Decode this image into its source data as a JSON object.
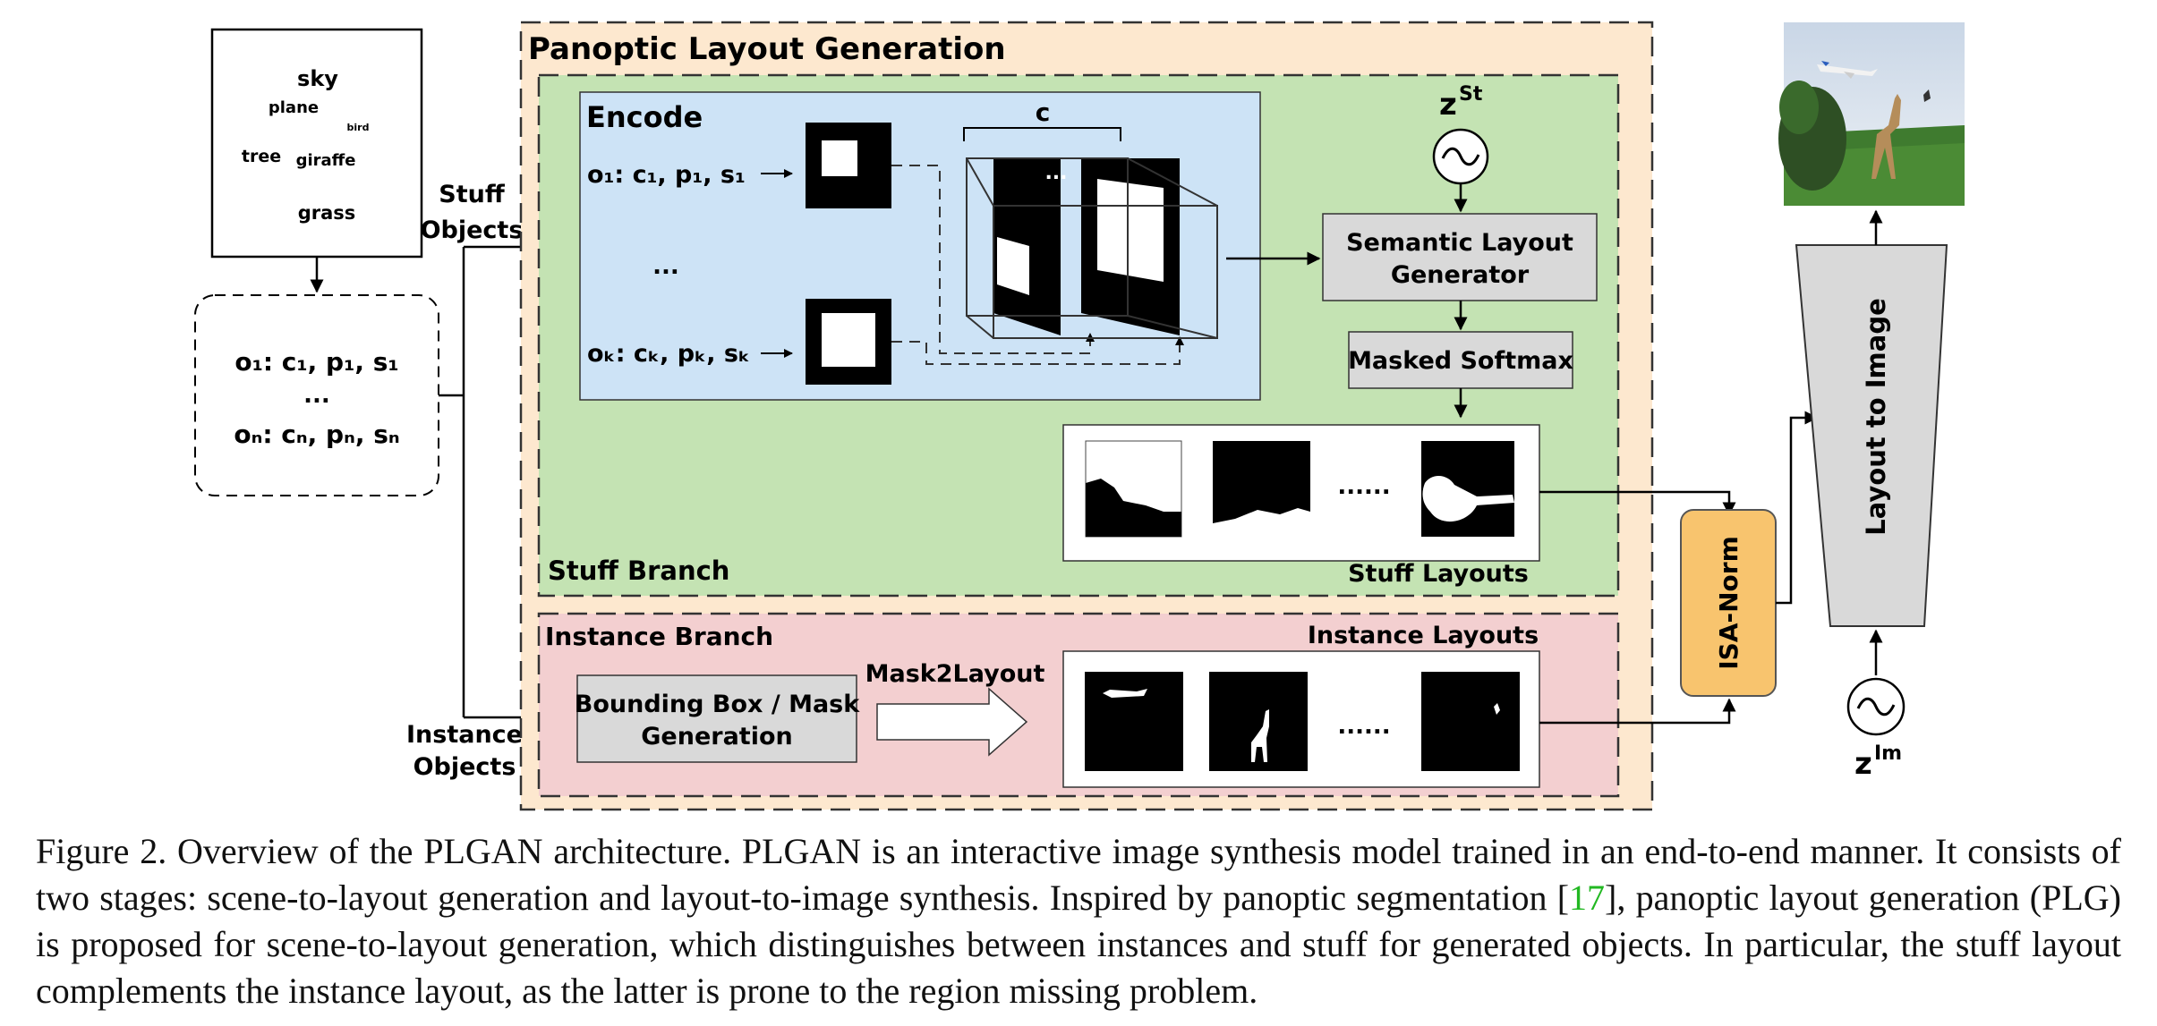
{
  "scene": {
    "words": [
      "sky",
      "plane",
      "bird",
      "tree",
      "giraffe",
      "grass"
    ]
  },
  "objects_list": {
    "line1": "o₁: c₁, p₁, s₁",
    "line2": "...",
    "line3": "oₙ: cₙ, pₙ, sₙ"
  },
  "labels": {
    "stuff_objects_1": "Stuff",
    "stuff_objects_2": "Objects",
    "instance_objects_1": "Instance",
    "instance_objects_2": "Objects"
  },
  "plg": {
    "title": "Panoptic Layout Generation",
    "stuff_branch": "Stuff Branch",
    "instance_branch": "Instance Branch"
  },
  "encode": {
    "title": "Encode",
    "row1": "o₁: c₁, p₁, s₁",
    "row_dots": "...",
    "rowk": "oₖ: cₖ, pₖ, sₖ",
    "c_label": "c",
    "stack_dots": "..."
  },
  "stuff_pipeline": {
    "z_label": "z",
    "z_sup": "St",
    "generator_line1": "Semantic Layout",
    "generator_line2": "Generator",
    "masked_softmax": "Masked Softmax",
    "layouts_label": "Stuff Layouts",
    "layouts_dots": "......"
  },
  "instance_pipeline": {
    "bbox_line1": "Bounding Box / Mask",
    "bbox_line2": "Generation",
    "mask2layout": "Mask2Layout",
    "layouts_label": "Instance Layouts",
    "layouts_dots": "......"
  },
  "output": {
    "isa_norm": "ISA-Norm",
    "layout_to_image": "Layout to Image",
    "z_label": "z",
    "z_sup": "Im"
  },
  "colors": {
    "plg_bg": "#fde8cf",
    "stuff_bg": "#c4e3b3",
    "encode_bg": "#cde3f6",
    "instance_bg": "#f3cfd0",
    "box_gray": "#d9d9d9",
    "isa_orange": "#f8c46e",
    "citation_green": "#22b822"
  },
  "caption": {
    "prefix": "Figure 2.  Overview of the PLGAN architecture.  PLGAN is an interactive image synthesis model trained in an end-to-end manner.  It consists of two stages: scene-to-layout generation and layout-to-image synthesis. Inspired by panoptic segmentation [",
    "citation": "17",
    "suffix": "], panoptic layout generation (PLG) is proposed for scene-to-layout generation, which distinguishes between instances and stuff for generated objects.  In particular, the stuff layout complements the instance layout, as the latter is prone to the region missing problem."
  }
}
